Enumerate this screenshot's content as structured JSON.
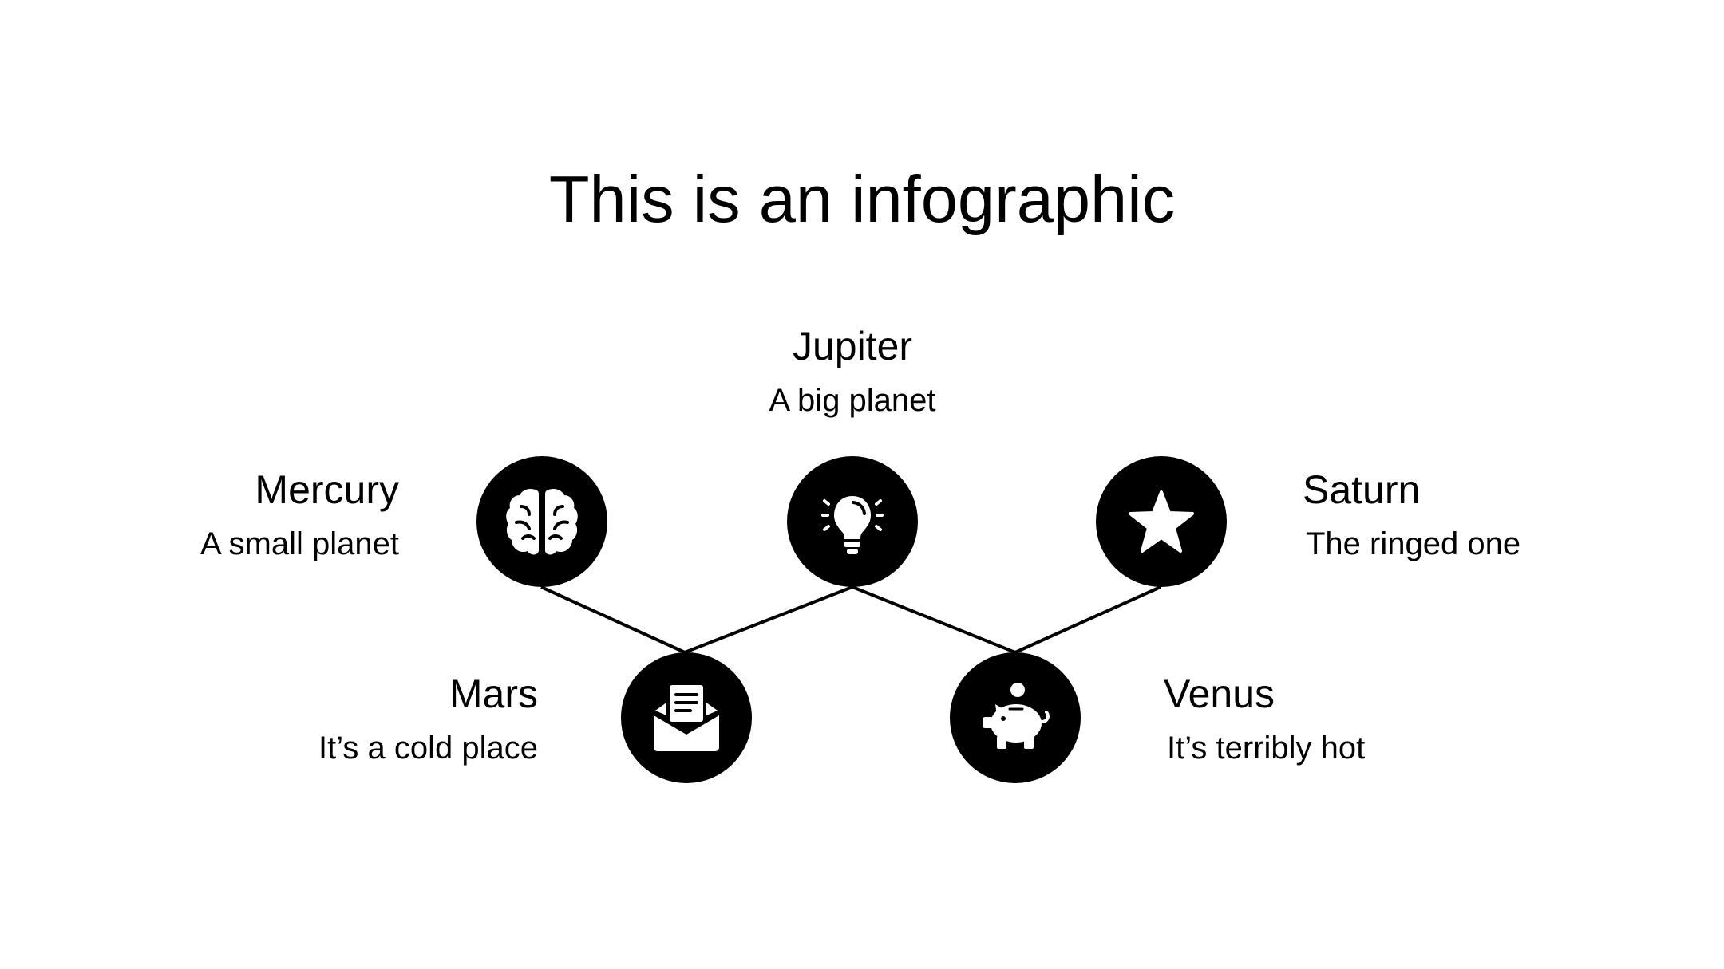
{
  "title": "This is an infographic",
  "colors": {
    "background": "#ffffff",
    "node": "#000000",
    "icon": "#ffffff",
    "text": "#000000",
    "line": "#000000"
  },
  "nodes": [
    {
      "id": "mercury",
      "name": "Mercury",
      "desc": "A small planet",
      "icon": "brain-icon"
    },
    {
      "id": "jupiter",
      "name": "Jupiter",
      "desc": "A big planet",
      "icon": "lightbulb-icon"
    },
    {
      "id": "saturn",
      "name": "Saturn",
      "desc": "The ringed one",
      "icon": "star-icon"
    },
    {
      "id": "mars",
      "name": "Mars",
      "desc": "It’s a cold place",
      "icon": "mail-icon"
    },
    {
      "id": "venus",
      "name": "Venus",
      "desc": "It’s terribly hot",
      "icon": "piggy-bank-icon"
    }
  ]
}
